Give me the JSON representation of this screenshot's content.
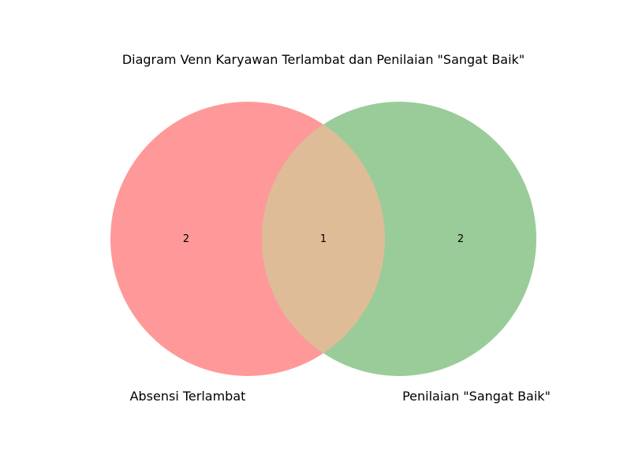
{
  "title": "Diagram Venn Karyawan Terlambat dan Penilaian \"Sangat Baik\"",
  "sets": [
    {
      "name": "Absensi Terlambat",
      "color": "#ff9999"
    },
    {
      "name": "Penilaian \"Sangat Baik\"",
      "color": "#99cc99"
    }
  ],
  "overlap_color": "#dfbc98",
  "counts": {
    "only_a": "2",
    "both": "1",
    "only_b": "2"
  }
}
